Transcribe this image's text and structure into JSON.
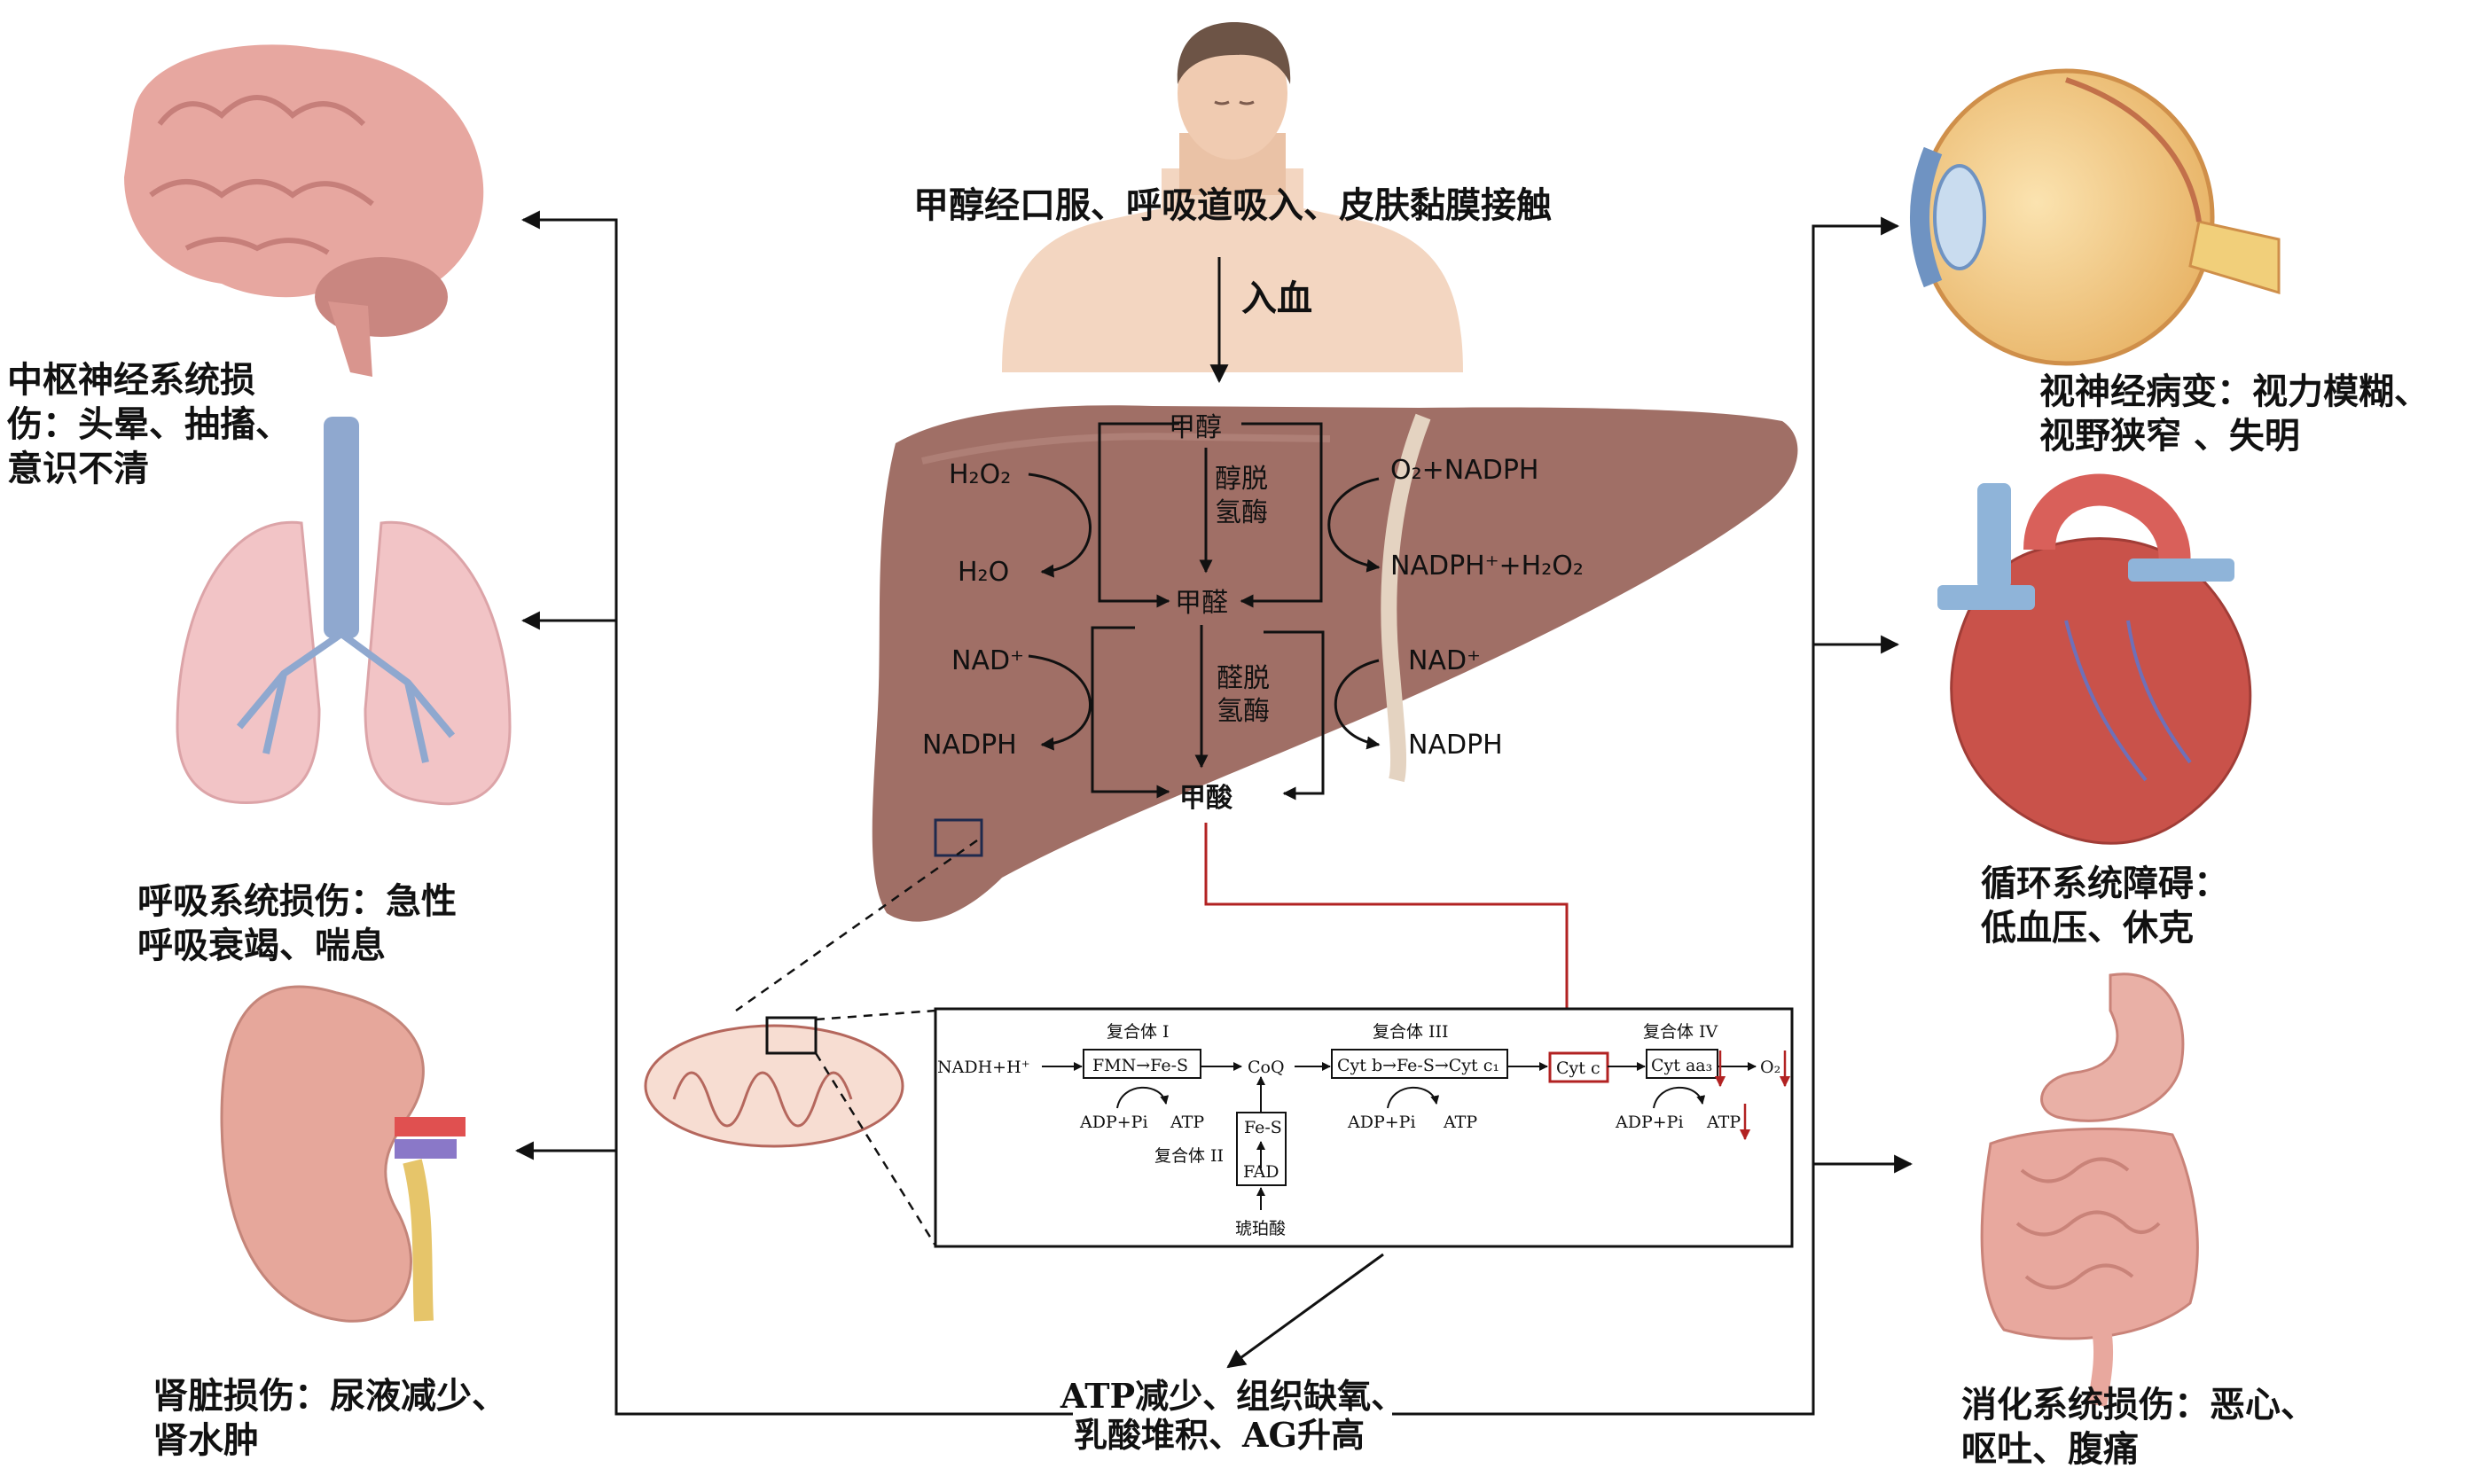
{
  "exposure": {
    "route": "甲醇经口服、呼吸道吸入、皮肤黏膜接触",
    "into_blood": "入血"
  },
  "metabolism": {
    "methanol": "甲醇",
    "adh": [
      "醇脱",
      "氢酶"
    ],
    "formaldehyde": "甲醛",
    "aldh": [
      "醛脱",
      "氢酶"
    ],
    "formic_acid": "甲酸",
    "left_cofactors_1": [
      "H₂O₂",
      "H₂O"
    ],
    "left_cofactors_2": [
      "NAD⁺",
      "NADPH"
    ],
    "right_cofactors_1": [
      "O₂+NADPH",
      "NADPH⁺+H₂O₂"
    ],
    "right_cofactors_2": [
      "NAD⁺",
      "NADPH"
    ]
  },
  "etc": {
    "nadh": "NADH+H⁺",
    "complex1": "复合体 I",
    "fmn": "FMN→Fe-S",
    "coq": "CoQ",
    "complex2": "复合体 II",
    "fes": "Fe-S",
    "fad": "FAD",
    "succinate": "琥珀酸",
    "complex3": "复合体 III",
    "cytb": "Cyt b→Fe-S→Cyt c₁",
    "cytc": "Cyt c",
    "complex4": "复合体 IV",
    "cytaa3": "Cyt aa₃",
    "o2": "O₂",
    "adp_pi": "ADP+Pi",
    "atp": "ATP"
  },
  "outcome": {
    "line1": "ATP减少、组织缺氧、",
    "line2": "乳酸堆积、AG升高"
  },
  "organs": {
    "cns": [
      "中枢神经系统损",
      "伤：头晕、抽搐、",
      "意识不清"
    ],
    "resp": [
      "呼吸系统损伤：急性",
      "呼吸衰竭、喘息"
    ],
    "kidney": [
      "肾脏损伤：尿液减少、",
      "肾水肿"
    ],
    "eye": [
      "视神经病变：视力模糊、",
      "视野狭窄 、失明"
    ],
    "circ": [
      "循环系统障碍：",
      "低血压、休克"
    ],
    "digest": [
      "消化系统损伤：恶心、",
      "呕吐、腹痛"
    ]
  },
  "colors": {
    "liver": "#a06f66",
    "inhibition": "#b22222",
    "skin": "#f1d3bd",
    "brain": "#e7a7a0",
    "lung": "#f2c4c6",
    "kidney": "#e6a79b",
    "heart": "#c9524a",
    "gut": "#e8a89e"
  }
}
